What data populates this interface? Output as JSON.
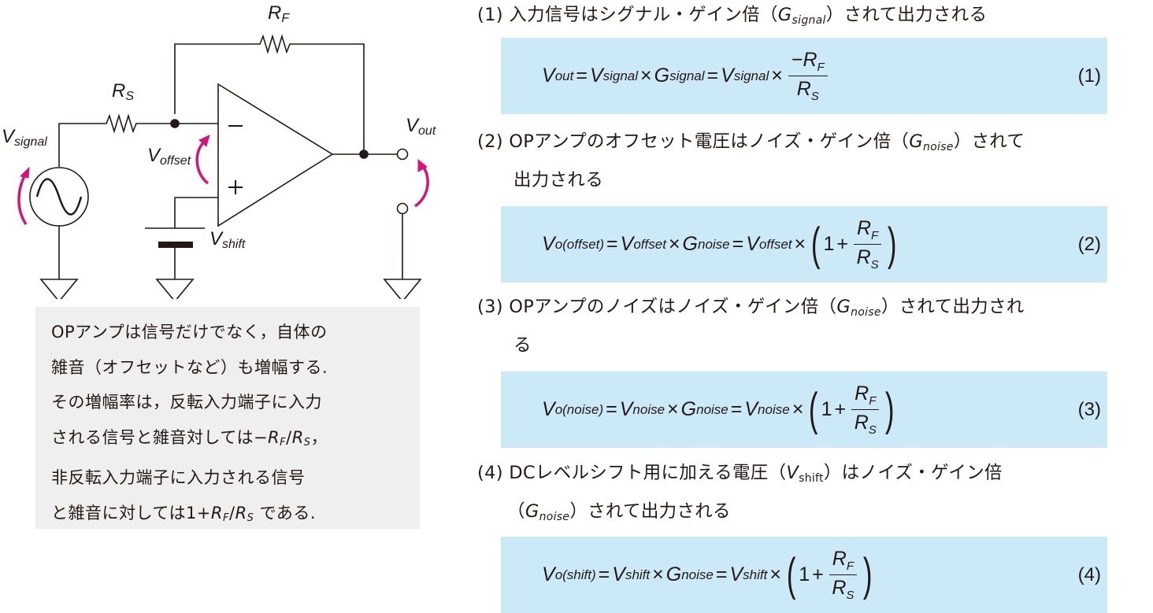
{
  "circuit": {
    "rf": "R",
    "rf_sub": "F",
    "rs": "R",
    "rs_sub": "S",
    "vsignal": "V",
    "vsignal_sub": "signal",
    "voffset": "V",
    "voffset_sub": "offset",
    "vout": "V",
    "vout_sub": "out",
    "vshift": "V",
    "vshift_sub": "shift",
    "minus": "−",
    "plus": "+",
    "arrow_color": "#d3157a"
  },
  "note": {
    "l1": "OPアンプは信号だけでなく，自体の",
    "l2": "雑音（オフセットなど）も増幅する.",
    "l3": "その増幅率は，反転入力端子に入力",
    "l4a": "される信号と雑音対しては−",
    "l4b": "R",
    "l4c": "F",
    "l4d": "/",
    "l4e": "R",
    "l4f": "S",
    "l4g": "，",
    "l5": "非反転入力端子に入力される信号",
    "l6a": "と雑音に対しては1+",
    "l6b": "R",
    "l6c": "F",
    "l6d": "/",
    "l6e": "R",
    "l6f": "S",
    "l6g": " である."
  },
  "items": [
    {
      "head_a": "(1) 入力信号はシグナル・ゲイン倍（",
      "head_g": "G",
      "head_sub": "signal",
      "head_b": "）されて出力される",
      "num": "(1)"
    },
    {
      "head_a": "(2) OPアンプのオフセット電圧はノイズ・ゲイン倍（",
      "head_g": "G",
      "head_sub": "noise",
      "head_b": "）されて",
      "head_c": "出力される",
      "num": "(2)"
    },
    {
      "head_a": "(3) OPアンプのノイズはノイズ・ゲイン倍（",
      "head_g": "G",
      "head_sub": "noise",
      "head_b": "）されて出力され",
      "head_c": "る",
      "num": "(3)"
    },
    {
      "head_a": "(4) DCレベルシフト用に加える電圧（",
      "head_v": "V",
      "head_vsub": "shift",
      "head_b": "）はノイズ・ゲイン倍",
      "head_c1": "（",
      "head_g": "G",
      "head_sub": "noise",
      "head_c2": "）されて出力される",
      "num": "(4)"
    }
  ],
  "eq": {
    "V": "V",
    "G": "G",
    "R": "R",
    "out": "out",
    "signal": "signal",
    "noise": "noise",
    "offset": "offset",
    "shift": "shift",
    "o_offset": "o(offset)",
    "o_noise": "o(noise)",
    "o_shift": "o(shift)",
    "F": "F",
    "S": "S",
    "eq": "=",
    "times": "×",
    "one": "1",
    "plus": "+",
    "minus": "−",
    "lp": "(",
    "rp": ")"
  },
  "colors": {
    "box": "#cce9f8",
    "note": "#efefef"
  }
}
